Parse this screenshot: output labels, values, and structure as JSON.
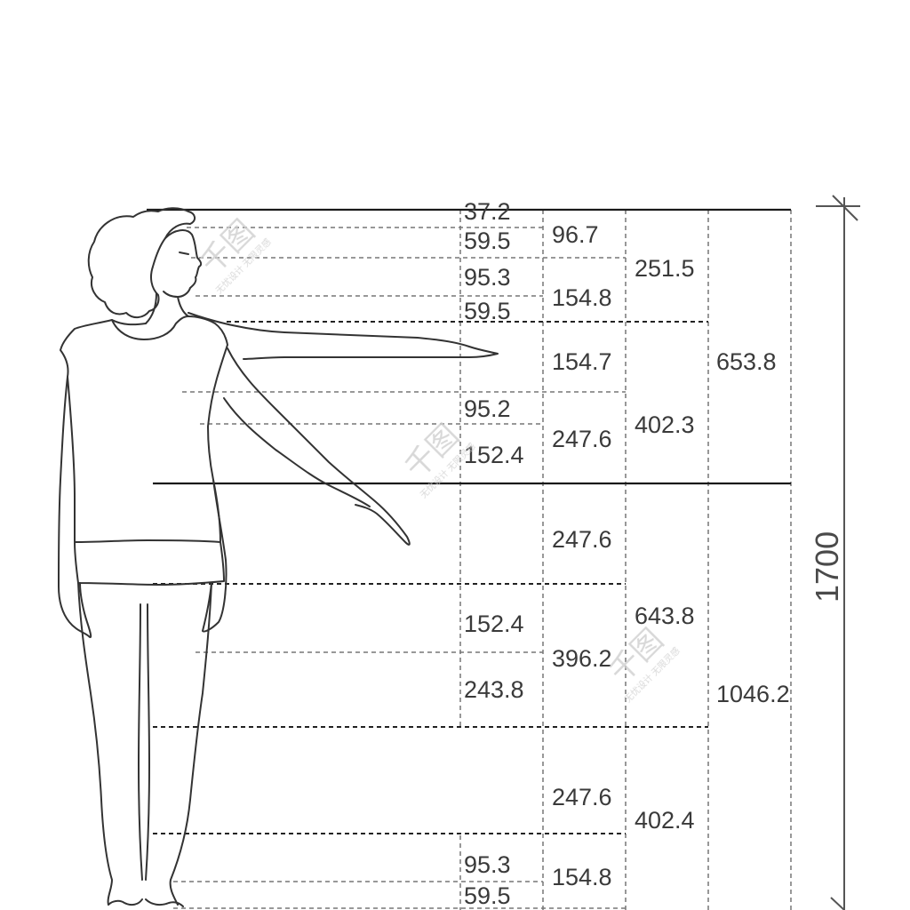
{
  "diagram": {
    "total_height": "1700",
    "segments": {
      "c1": [
        "37.2",
        "59.5",
        "95.3",
        "59.5",
        "95.2",
        "152.4",
        "152.4",
        "243.8",
        "95.3",
        "59.5"
      ],
      "c2": [
        "96.7",
        "154.8",
        "154.7",
        "247.6",
        "247.6",
        "396.2",
        "247.6",
        "154.8"
      ],
      "c3": [
        "251.5",
        "402.3",
        "643.8",
        "402.4"
      ],
      "c4": [
        "653.8",
        "1046.2"
      ]
    },
    "watermark": {
      "brand": "千图",
      "caption": "无忧设计 无限灵感"
    }
  }
}
